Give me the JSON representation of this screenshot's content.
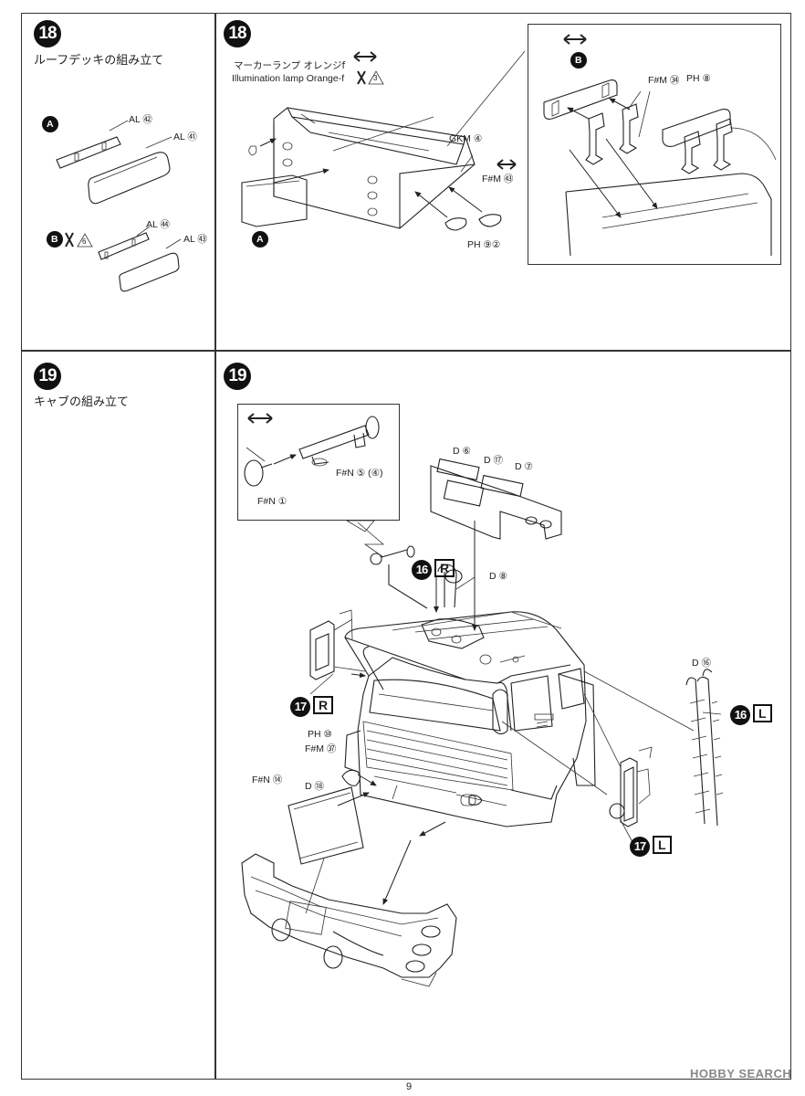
{
  "steps": {
    "s18": {
      "number": "18",
      "title": "ルーフデッキの組み立て"
    },
    "s19": {
      "number": "19",
      "title": "キャブの組み立て"
    }
  },
  "labels": {
    "al52": "AL ㊷",
    "al51": "AL ㊶",
    "al54": "AL ㊹",
    "al53": "AL ㊸",
    "marker_jp": "マーカーランプ オレンジf",
    "marker_en": "Illumination lamp Orange-f",
    "gkm4": "GKM ④",
    "fm63": "F#M ㊸",
    "ph92": "PH ⑨②",
    "fm34": "F#M ㉞",
    "ph8": "PH ⑧",
    "fn5": "F#N ⑤ (④)",
    "fn1": "F#N ①",
    "d6": "D ⑥",
    "d17": "D ⑰",
    "d7": "D ⑦",
    "d8": "D ⑧",
    "d16": "D ⑯",
    "ph10": "PH ⑩",
    "fm67": "F#M ㊲",
    "fn14": "F#N ⑭",
    "d18": "D ⑱"
  },
  "badges": {
    "a": "A",
    "b": "B",
    "r": "R",
    "l": "L",
    "n16": "16",
    "n17": "17",
    "x3": "3",
    "x6": "6"
  },
  "footer": {
    "page": "9",
    "watermark": "HOBBY SEARCH"
  }
}
